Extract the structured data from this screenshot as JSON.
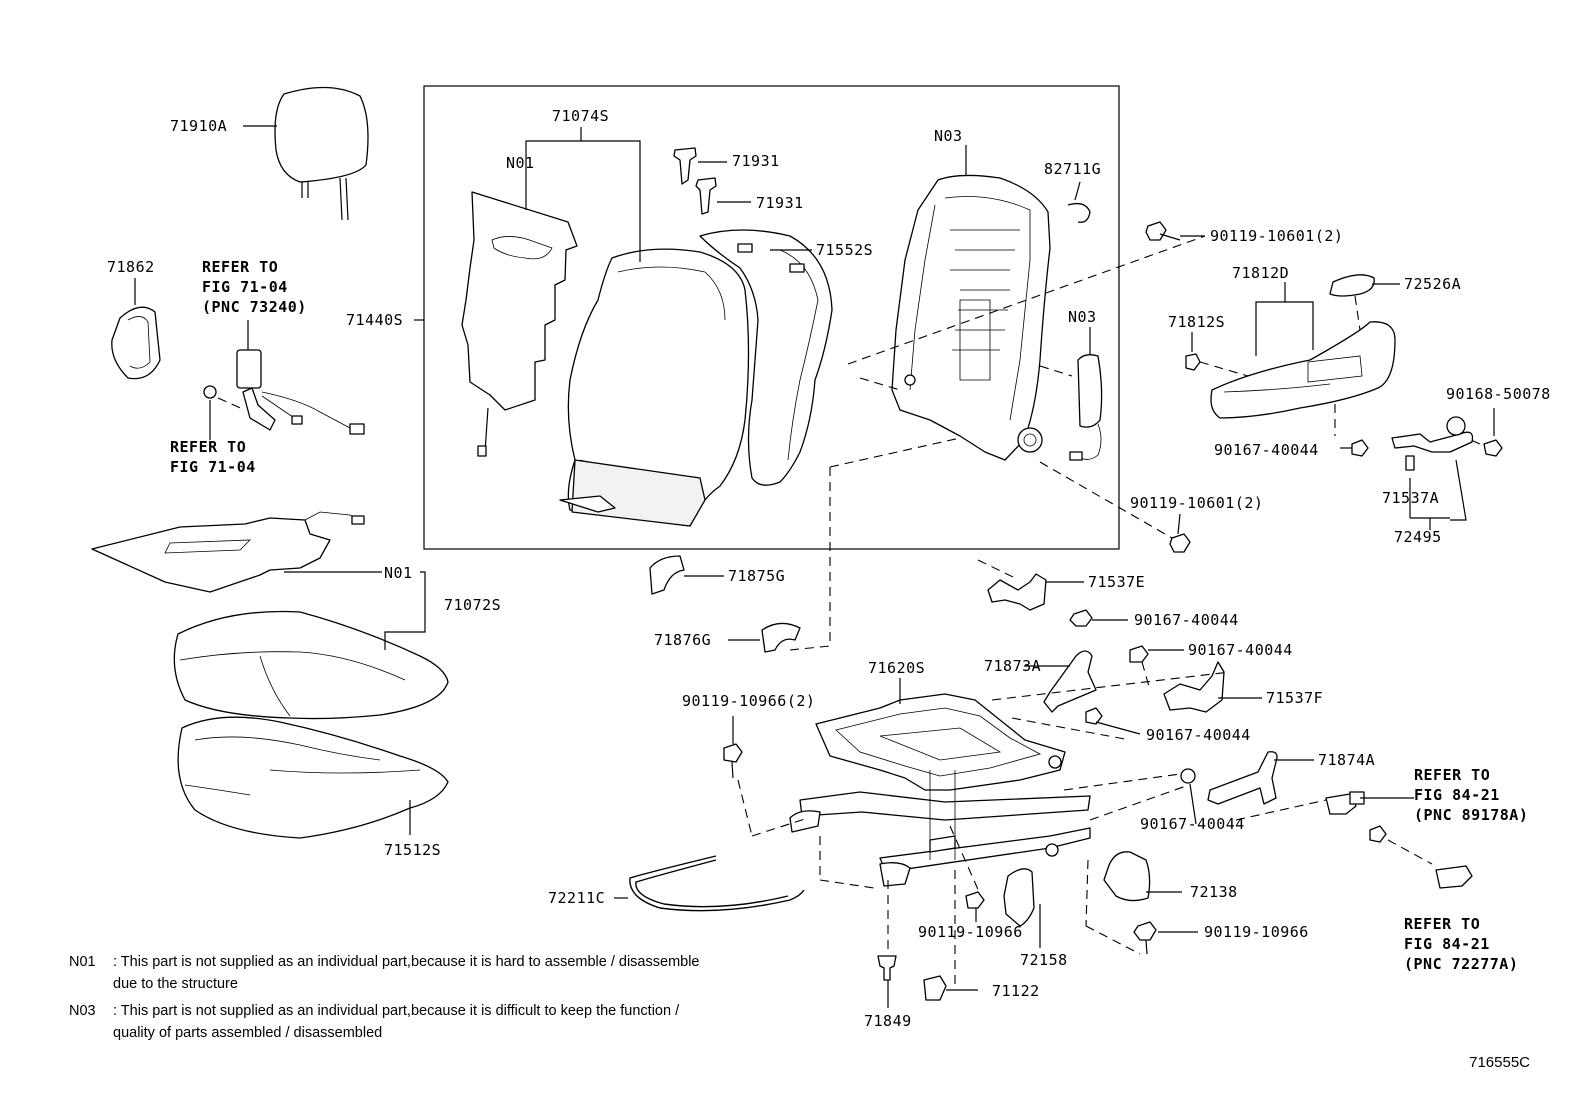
{
  "labels": {
    "l71910A": "71910A",
    "l71074S": "71074S",
    "lN01a": "N01",
    "l71931a": "71931",
    "l71931b": "71931",
    "lN03a": "N03",
    "l82711G": "82711G",
    "l71552S": "71552S",
    "l71440S": "71440S",
    "l71862": "71862",
    "lRefer1a": "REFER TO",
    "lRefer1b": "FIG 71-04",
    "lRefer1c": "(PNC 73240)",
    "lRefer2a": "REFER TO",
    "lRefer2b": "FIG 71-04",
    "lN03b": "N03",
    "l90119_10601a": "90119-10601(2)",
    "l71812D": "71812D",
    "l72526A": "72526A",
    "l71812S": "71812S",
    "l90168_50078": "90168-50078",
    "l90167_40044a": "90167-40044",
    "l90119_10601b": "90119-10601(2)",
    "l71537A": "71537A",
    "l72495": "72495",
    "lN01b": "N01",
    "l71072S": "71072S",
    "l71875G": "71875G",
    "l71537E": "71537E",
    "l90167_40044b": "90167-40044",
    "l71876G": "71876G",
    "l90167_40044c": "90167-40044",
    "l71620S": "71620S",
    "l71873A": "71873A",
    "l71537F": "71537F",
    "l90119_10966a": "90119-10966(2)",
    "l90167_40044d": "90167-40044",
    "l71874A": "71874A",
    "lRefer3a": "REFER TO",
    "lRefer3b": "FIG 84-21",
    "lRefer3c": "(PNC 89178A)",
    "l90167_40044e": "90167-40044",
    "l71512S": "71512S",
    "l72138": "72138",
    "l72211C": "72211C",
    "l90119_10966b": "90119-10966",
    "l90119_10966c": "90119-10966",
    "l72158": "72158",
    "lRefer4a": "REFER TO",
    "lRefer4b": "FIG 84-21",
    "lRefer4c": "(PNC 72277A)",
    "l71122": "71122",
    "l71849": "71849"
  },
  "notes": {
    "n01_key": "N01",
    "n01_line1": ": This part is not supplied as an individual part,because it is hard to assemble / disassemble",
    "n01_line2": "due to the structure",
    "n03_key": "N03",
    "n03_line1": ": This part is not supplied as an individual part,because it is difficult to keep the function /",
    "n03_line2": "quality of parts assembled / disassembled"
  },
  "illustration_code": "716555C"
}
